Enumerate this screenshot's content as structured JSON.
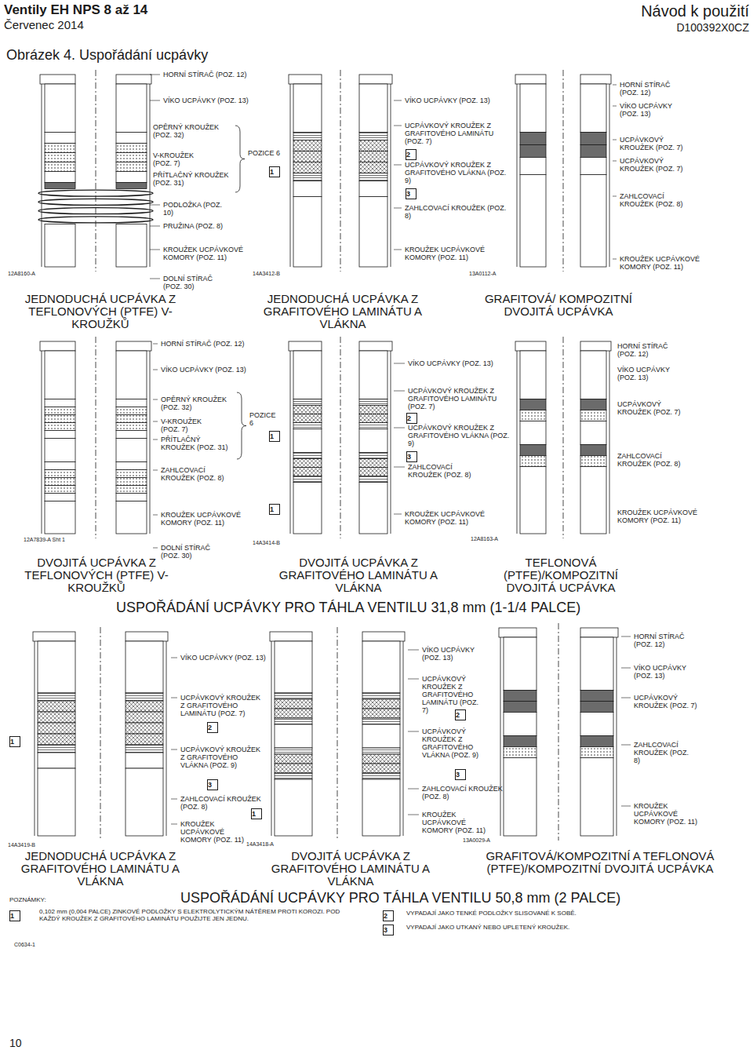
{
  "diagram": {
    "title": "Obrázek 4. Uspořádání ucpávky",
    "labels": [
      "Ventily EH NPS 8 až 14",
      "Červenec 2014",
      "Návod k použití",
      "D100392X0CZ",
      "HORNÍ STÍRAČ (POZ. 12)",
      "VÍKO UCPÁVKY (POZ. 13)",
      "OPĚRNÝ KROUŽEK (POZ. 32)",
      "V-KROUŽEK (POZ. 7)",
      "PŘÍTLAČNÝ KROUŽEK (POZ. 31)",
      "POZICE 6",
      "PODLOŽKA (POZ. 10)",
      "PRUŽINA (POZ. 8)",
      "KROUŽEK UCPÁVKOVÉ KOMORY (POZ. 11)",
      "DOLNÍ STÍRAČ (POZ. 30)",
      "12A8160-A",
      "JEDNODUCHÁ UCPÁVKA Z TEFLONOVÝCH (PTFE) V-KROUŽKŮ",
      "1",
      "VÍKO UCPÁVKY (POZ. 13)",
      "UCPÁVKOVÝ KROUŽEK Z GRAFITOVÉHO LAMINÁTU (POZ. 7)",
      "2",
      "UCPÁVKOVÝ KROUŽEK Z GRAFITOVÉHO VLÁKNA (POZ. 9)",
      "3",
      "ZAHLCOVACÍ KROUŽEK (POZ. 8)",
      "KROUŽEK UCPÁVKOVÉ KOMORY (POZ. 11)",
      "14A3412-B",
      "JEDNODUCHÁ UCPÁVKA Z GRAFITOVÉHO LAMINÁTU A VLÁKNA",
      "13A0112-A",
      "HORNÍ STÍRAČ (POZ. 12)",
      "VÍKO UCPÁVKY (POZ. 13)",
      "UCPÁVKOVÝ KROUŽEK (POZ. 7)",
      "UCPÁVKOVÝ KROUŽEK (POZ. 7)",
      "ZAHLCOVACÍ KROUŽEK (POZ. 8)",
      "KROUŽEK UCPÁVKOVÉ KOMORY (POZ. 11)",
      "GRAFITOVÁ/ KOMPOZITNÍ DVOJITÁ UCPÁVKA",
      "HORNÍ STÍRAČ (POZ. 12)",
      "VÍKO UCPÁVKY (POZ. 13)",
      "OPĚRNÝ KROUŽEK (POZ. 32)",
      "V-KROUŽEK (POZ. 7)",
      "POZICE 6",
      "PŘÍTLAČNÝ KROUŽEK (POZ. 31)",
      "ZAHLCOVACÍ KROUŽEK (POZ. 8)",
      "KROUŽEK UCPÁVKOVÉ KOMORY (POZ. 11)",
      "DOLNÍ STÍRAČ (POZ. 30)",
      "12A7839-A Sht 1",
      "DVOJITÁ UCPÁVKA Z TEFLONOVÝCH (PTFE) V-KROUŽKŮ",
      "1",
      "1",
      "VÍKO UCPÁVKY (POZ. 13)",
      "UCPÁVKOVÝ KROUŽEK Z GRAFITOVÉHO LAMINÁTU (POZ. 7)",
      "2",
      "UCPÁVKOVÝ KROUŽEK Z GRAFITOVÉHO VLÁKNA (POZ. 9)",
      "3",
      "ZAHLCOVACÍ KROUŽEK (POZ. 8)",
      "KROUŽEK UCPÁVKOVÉ KOMORY (POZ. 11)",
      "14A3414-B",
      "DVOJITÁ UCPÁVKA Z GRAFITOVÉHO LAMINÁTU A VLÁKNA",
      "12A8163-A",
      "HORNÍ STÍRAČ (POZ. 12)",
      "VÍKO UCPÁVKY (POZ. 13)",
      "UCPÁVKOVÝ KROUŽEK (POZ. 7)",
      "ZAHLCOVACÍ KROUŽEK (POZ. 8)",
      "KROUŽEK UCPÁVKOVÉ KOMORY (POZ. 11)",
      "TEFLONOVÁ (PTFE)/KOMPOZITNÍ DVOJITÁ UCPÁVKA",
      "USPOŘÁDÁNÍ UCPÁVKY PRO TÁHLA VENTILU 31,8 mm (1-1/4 PALCE)",
      "1",
      "VÍKO UCPÁVKY (POZ. 13)",
      "UCPÁVKOVÝ KROUŽEK Z GRAFITOVÉHO LAMINÁTU (POZ. 7)",
      "2",
      "UCPÁVKOVÝ KROUŽEK Z GRAFITOVÉHO VLÁKNA (POZ. 9)",
      "3",
      "ZAHLCOVACÍ KROUŽEK (POZ. 8)",
      "KROUŽEK UCPÁVKOVÉ KOMORY (POZ. 11)",
      "14A3419-B",
      "JEDNODUCHÁ UCPÁVKA Z GRAFITOVÉHO LAMINÁTU A VLÁKNA",
      "1",
      "14A3418-A",
      "VÍKO UCPÁVKY (POZ. 13)",
      "UCPÁVKOVÝ KROUŽEK Z GRAFITOVÉHO LAMINÁTU (POZ. 7)",
      "2",
      "UCPÁVKOVÝ KROUŽEK Z GRAFITOVÉHO VLÁKNA (POZ. 9)",
      "3",
      "ZAHLCOVACÍ KROUŽEK (POZ. 8)",
      "KROUŽEK UCPÁVKOVÉ KOMORY (POZ. 11)",
      "13A0029-A",
      "DVOJITÁ UCPÁVKA Z GRAFITOVÉHO LAMINÁTU A VLÁKNA",
      "HORNÍ STÍRAČ (POZ. 12)",
      "VÍKO UCPÁVKY (POZ. 13)",
      "UCPÁVKOVÝ KROUŽEK (POZ. 7)",
      "ZAHLCOVACÍ KROUŽEK (POZ. 8)",
      "KROUŽEK UCPÁVKOVÉ KOMORY (POZ. 11)",
      "GRAFITOVÁ/KOMPOZITNÍ A TEFLONOVÁ (PTFE)/KOMPOZITNÍ DVOJITÁ UCPÁVKA",
      "USPOŘÁDÁNÍ UCPÁVKY PRO TÁHLA VENTILU 50,8 mm (2 PALCE)",
      "POZNÁMKY:",
      "1",
      "0,102 mm (0,004 PALCE) ZINKOVÉ PODLOŽKY S ELEKTROLYTICKÝM NÁTĚREM PROTI KOROZI. POD KAŽDÝ KROUŽEK Z GRAFITOVÉHO LAMINÁTU POUŽIJTE JEN JEDNU.",
      "2",
      "VYPADAJÍ JAKO TENKÉ PODLOŽKY SLISOVANÉ K SOBĚ.",
      "3",
      "VYPADAJÍ JAKO UTKANÝ NEBO UPLETENÝ KROUŽEK.",
      "C0634-1",
      "10"
    ]
  }
}
